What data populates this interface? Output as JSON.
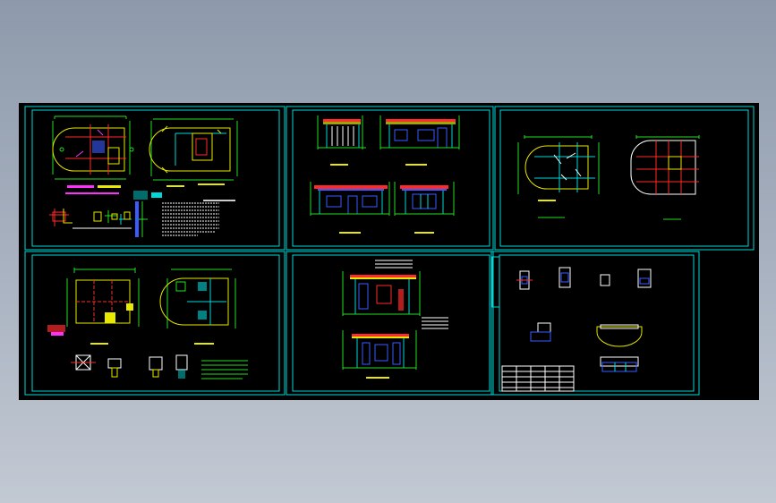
{
  "sheets": [
    {
      "id": "sheet-1",
      "content": "floor-plans-details-notes"
    },
    {
      "id": "sheet-2",
      "content": "elevations"
    },
    {
      "id": "sheet-3",
      "content": "roof-plans"
    },
    {
      "id": "sheet-4",
      "content": "foundation-plans-details"
    },
    {
      "id": "sheet-5",
      "content": "sections"
    },
    {
      "id": "sheet-6",
      "content": "component-details-title-block"
    }
  ],
  "colors": {
    "background_top": "#8e9aab",
    "background_bottom": "#c2c9d3",
    "canvas": "#000000",
    "frame": "#00d8d8",
    "wall_lines": "#e8e800",
    "axis_lines": "#ff2a2a",
    "dimension_lines": "#22dd22",
    "glazing": "#3a5cff"
  }
}
